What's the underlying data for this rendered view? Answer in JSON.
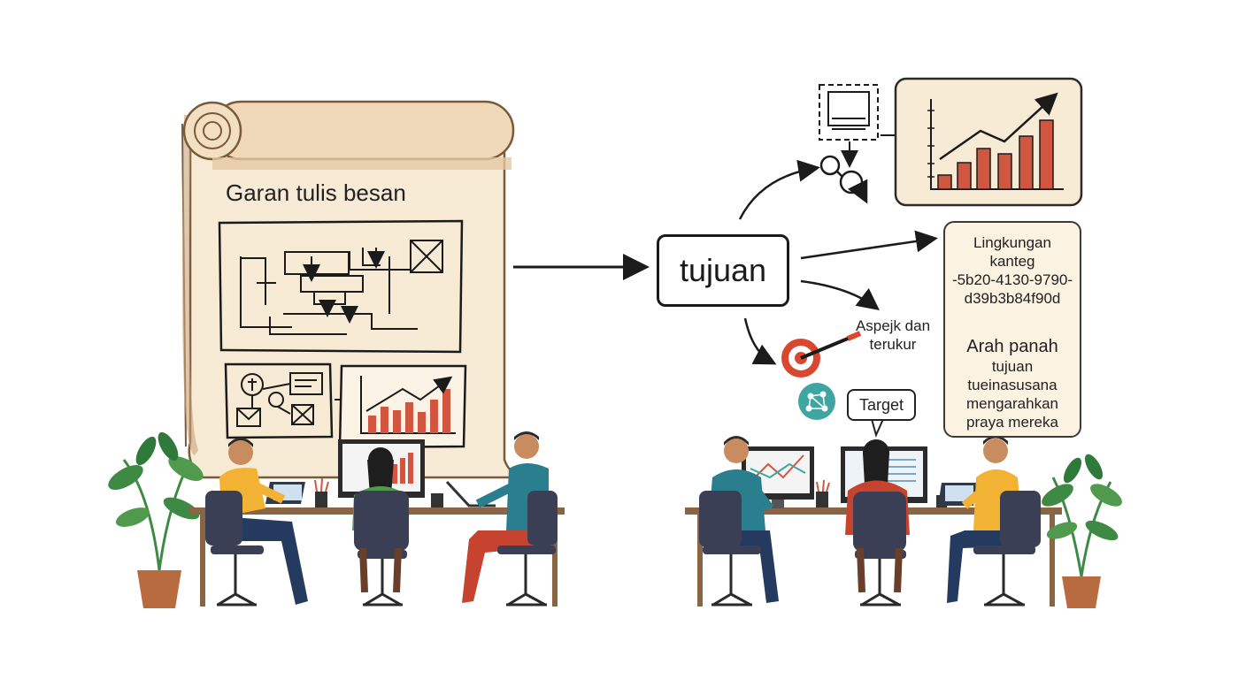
{
  "scroll": {
    "title": "Garan tulis besan"
  },
  "goal": {
    "label": "tujuan"
  },
  "aspect": {
    "line1": "Aspejk dan",
    "line2": "terukur"
  },
  "target": {
    "label": "Target"
  },
  "info_box": {
    "top_lines": [
      "Lingkungan",
      "kanteg",
      "-5b20-4130-9790-",
      "d39b3b84f90d"
    ],
    "bottom_lines": [
      "Arah panah",
      "tujuan",
      "tueinasusana",
      "mengarahkan",
      "praya mereka"
    ]
  },
  "colors": {
    "paper": "#f8ebd6",
    "bar_red": "#d2553f",
    "ink": "#1b1b1b",
    "plant_green": "#3e8a45",
    "pot": "#b96b40"
  },
  "icons": [
    "scroll-icon",
    "flowchart-icon",
    "bar-chart-icon",
    "target-icon",
    "network-icon",
    "monitor-icon",
    "plant-icon"
  ]
}
